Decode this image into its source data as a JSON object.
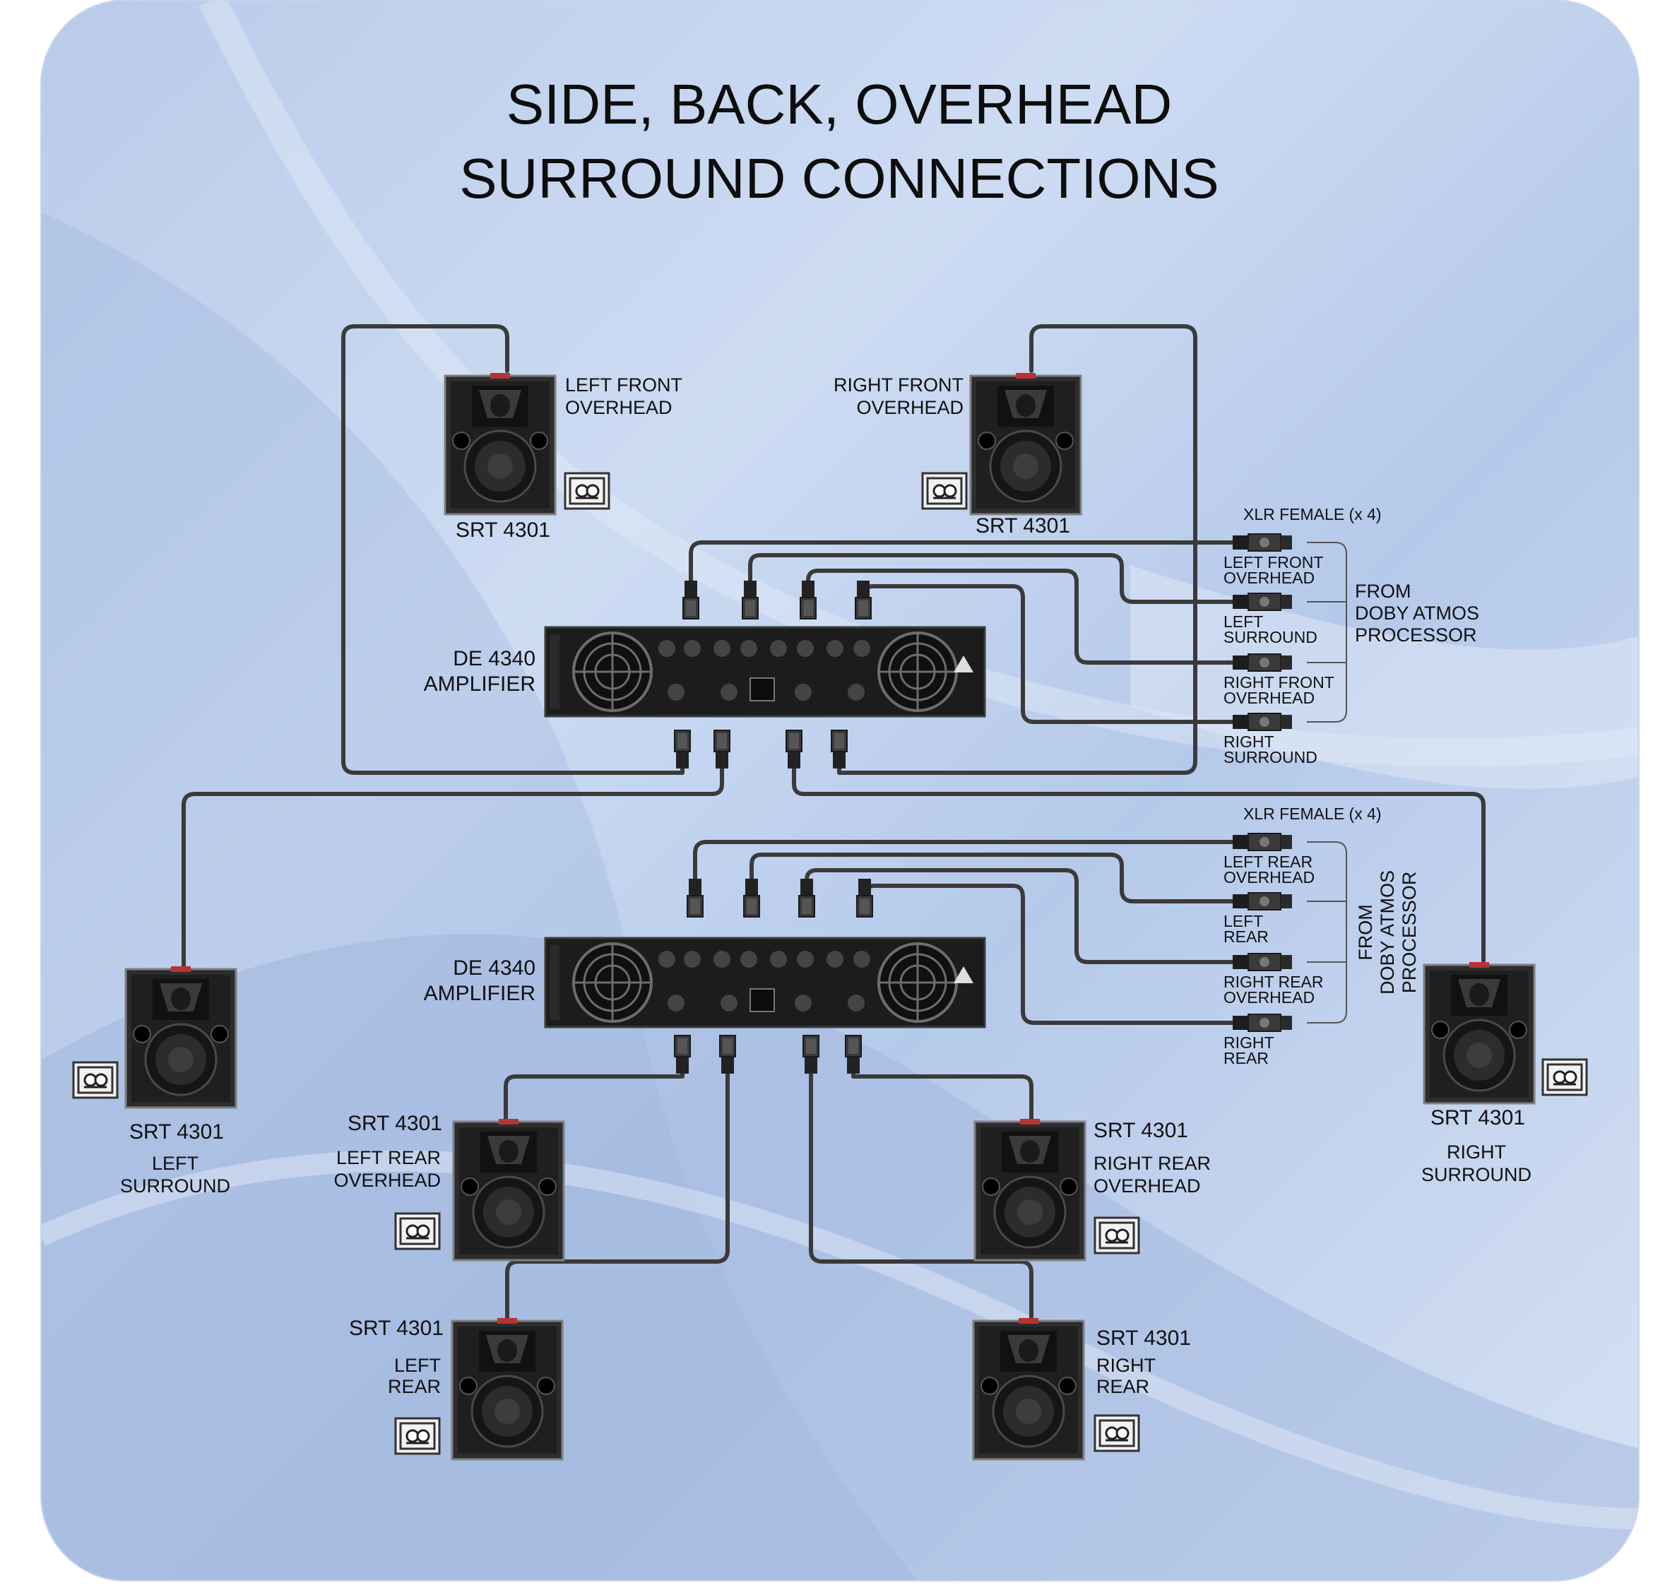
{
  "title": {
    "line1": "SIDE, BACK, OVERHEAD",
    "line2": "SURROUND CONNECTIONS"
  },
  "amplifiers": [
    {
      "model_label": "DE 4340",
      "type_label": "AMPLIFIER"
    },
    {
      "model_label": "DE 4340",
      "type_label": "AMPLIFIER"
    }
  ],
  "speakers": {
    "left_front_overhead": {
      "model": "SRT 4301",
      "name_1": "LEFT FRONT",
      "name_2": "OVERHEAD"
    },
    "right_front_overhead": {
      "model": "SRT 4301",
      "name_1": "RIGHT FRONT",
      "name_2": "OVERHEAD"
    },
    "left_surround": {
      "model": "SRT 4301",
      "name_1": "LEFT",
      "name_2": "SURROUND"
    },
    "right_surround": {
      "model": "SRT 4301",
      "name_1": "RIGHT",
      "name_2": "SURROUND"
    },
    "left_rear_overhead": {
      "model": "SRT 4301",
      "name_1": "LEFT REAR",
      "name_2": "OVERHEAD"
    },
    "right_rear_overhead": {
      "model": "SRT 4301",
      "name_1": "RIGHT REAR",
      "name_2": "OVERHEAD"
    },
    "left_rear": {
      "model": "SRT 4301",
      "name_1": "LEFT",
      "name_2": "REAR"
    },
    "right_rear": {
      "model": "SRT 4301",
      "name_1": "RIGHT",
      "name_2": "REAR"
    }
  },
  "input_group_top": {
    "header": "XLR FEMALE (x 4)",
    "inputs": [
      {
        "line1": "LEFT FRONT",
        "line2": "OVERHEAD"
      },
      {
        "line1": "LEFT",
        "line2": "SURROUND"
      },
      {
        "line1": "RIGHT FRONT",
        "line2": "OVERHEAD"
      },
      {
        "line1": "RIGHT",
        "line2": "SURROUND"
      }
    ],
    "source_1": "FROM",
    "source_2": "DOBY ATMOS",
    "source_3": "PROCESSOR"
  },
  "input_group_bottom": {
    "header": "XLR FEMALE (x 4)",
    "inputs": [
      {
        "line1": "LEFT REAR",
        "line2": "OVERHEAD"
      },
      {
        "line1": "LEFT",
        "line2": "REAR"
      },
      {
        "line1": "RIGHT REAR",
        "line2": "OVERHEAD"
      },
      {
        "line1": "RIGHT",
        "line2": "REAR"
      }
    ],
    "source_1": "FROM",
    "source_2": "DOBY ATMOS",
    "source_3": "PROCESSOR"
  },
  "colors": {
    "background_light": "#ccdcf3",
    "background_mid": "#a9bfe3",
    "cable": "#3b3a3a",
    "device": "#262626",
    "text": "#111111"
  }
}
